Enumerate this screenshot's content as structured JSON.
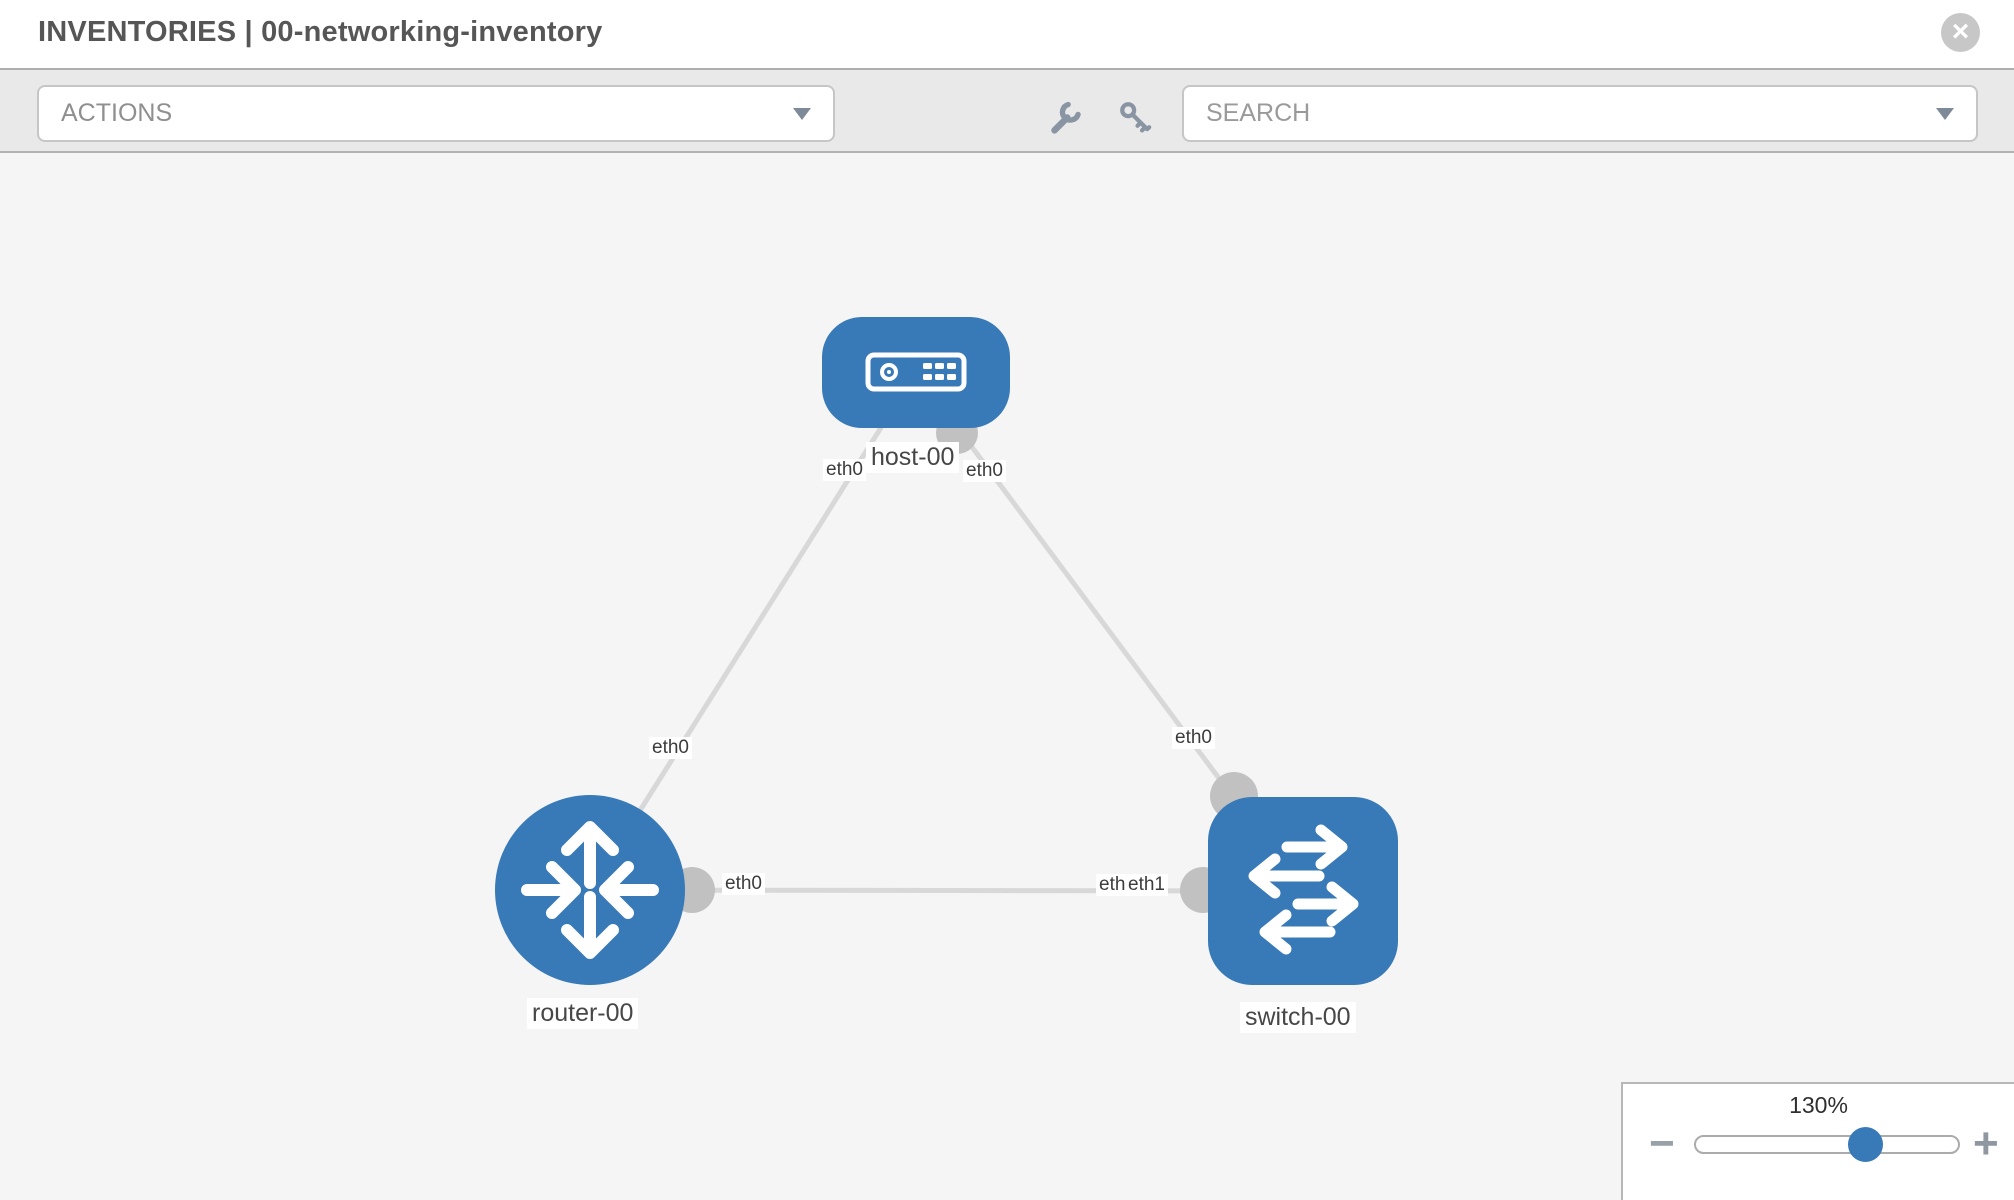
{
  "header": {
    "title": "INVENTORIES | 00-networking-inventory"
  },
  "toolbar": {
    "actions_label": "ACTIONS",
    "search_placeholder": "SEARCH"
  },
  "icons": {
    "close": "×",
    "minus": "−",
    "plus": "+",
    "wrench": "wrench",
    "key": "key",
    "caret": "chevron-down"
  },
  "diagram": {
    "nodes": [
      {
        "label": "host-00",
        "type": "host"
      },
      {
        "label": "router-00",
        "type": "router"
      },
      {
        "label": "switch-00",
        "type": "switch"
      }
    ],
    "interfaces": {
      "host_left": "eth0",
      "host_right": "eth0",
      "router_uplink": "eth0",
      "switch_uplink": "eth0",
      "router_link": "eth0",
      "switch_link_back": "eth0",
      "switch_link_front": "eth1"
    },
    "links": [
      {
        "from": "host-00",
        "to": "router-00",
        "from_interface": "eth0",
        "to_interface": "eth0"
      },
      {
        "from": "host-00",
        "to": "switch-00",
        "from_interface": "eth0",
        "to_interface": "eth0"
      },
      {
        "from": "router-00",
        "to": "switch-00",
        "from_interface": "eth0",
        "to_interface": "eth1"
      }
    ]
  },
  "zoom_control": {
    "level": "130%"
  },
  "colors": {
    "node_blue": "#3879b7",
    "link_gray": "#d8d8d8",
    "connector_gray": "#c1c1c1",
    "toolbar_gray": "#e9e9e9",
    "canvas_gray": "#f5f5f5",
    "close_gray": "#c7c7c7"
  }
}
